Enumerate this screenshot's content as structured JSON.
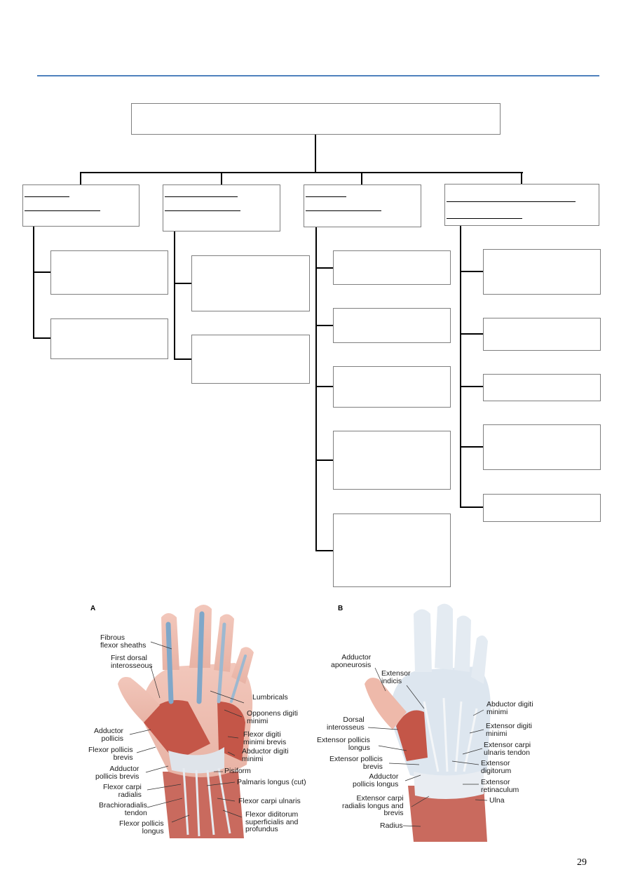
{
  "page_number": "29",
  "figures": [
    {
      "letter": "A",
      "labels": [
        "Fibrous\nflexor sheaths",
        "First dorsal\ninterosseous",
        "Lumbricals",
        "Opponens digiti\nminimi",
        "Adductor\npollicis",
        "Flexor digiti\nminimi brevis",
        "Flexor pollicis\nbrevis",
        "Abductor digiti\nminimi",
        "Adductor\npollicis brevis",
        "Pisiform",
        "Palmaris longus (cut)",
        "Flexor carpi\nradialis",
        "Flexor carpi ulnaris",
        "Brachioradialis\ntendon",
        "Flexor diditorum\nsuperficialis and\nprofundus",
        "Flexor pollicis\nlongus"
      ]
    },
    {
      "letter": "B",
      "labels": [
        "Adductor\naponeurosis",
        "Extensor\nindicis",
        "Abductor digiti\nminimi",
        "Dorsal\ninterosseus",
        "Extensor digiti\nminimi",
        "Extensor pollicis\nlongus",
        "Extensor carpi\nulnaris tendon",
        "Extensor pollicis\nbrevis",
        "Extensor\ndigitorum",
        "Adductor\npollicis longus",
        "Extensor\nretinaculum",
        "Extensor carpi\nradialis longus and\nbrevis",
        "Ulna",
        "Radius"
      ]
    }
  ]
}
